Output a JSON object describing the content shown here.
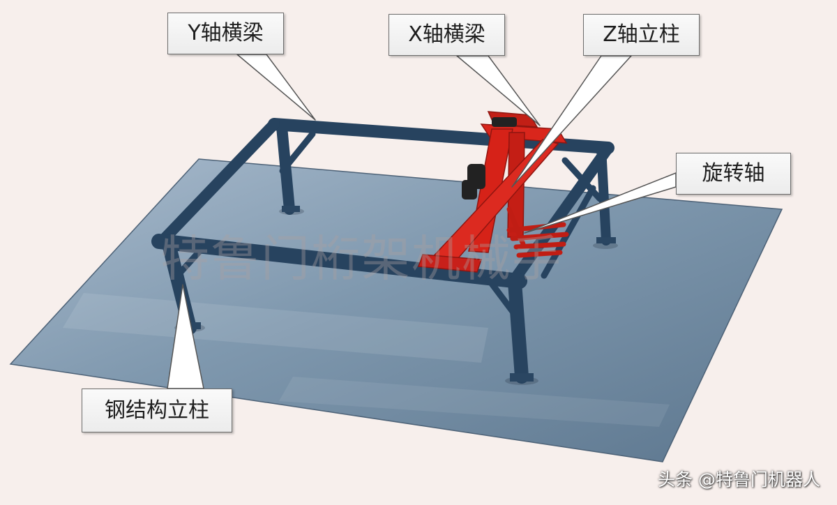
{
  "callouts": {
    "y_beam": "Y轴横梁",
    "x_beam": "X轴横梁",
    "z_column": "Z轴立柱",
    "rotation_axis": "旋转轴",
    "steel_column": "钢结构立柱"
  },
  "watermark": "特鲁门桁架机械手",
  "credit": "头条 @特鲁门机器人",
  "colors": {
    "background": "#f7efec",
    "floor_plate": "#6f8aa3",
    "steel_frame": "#2d4b68",
    "gantry_red": "#d9261c"
  }
}
